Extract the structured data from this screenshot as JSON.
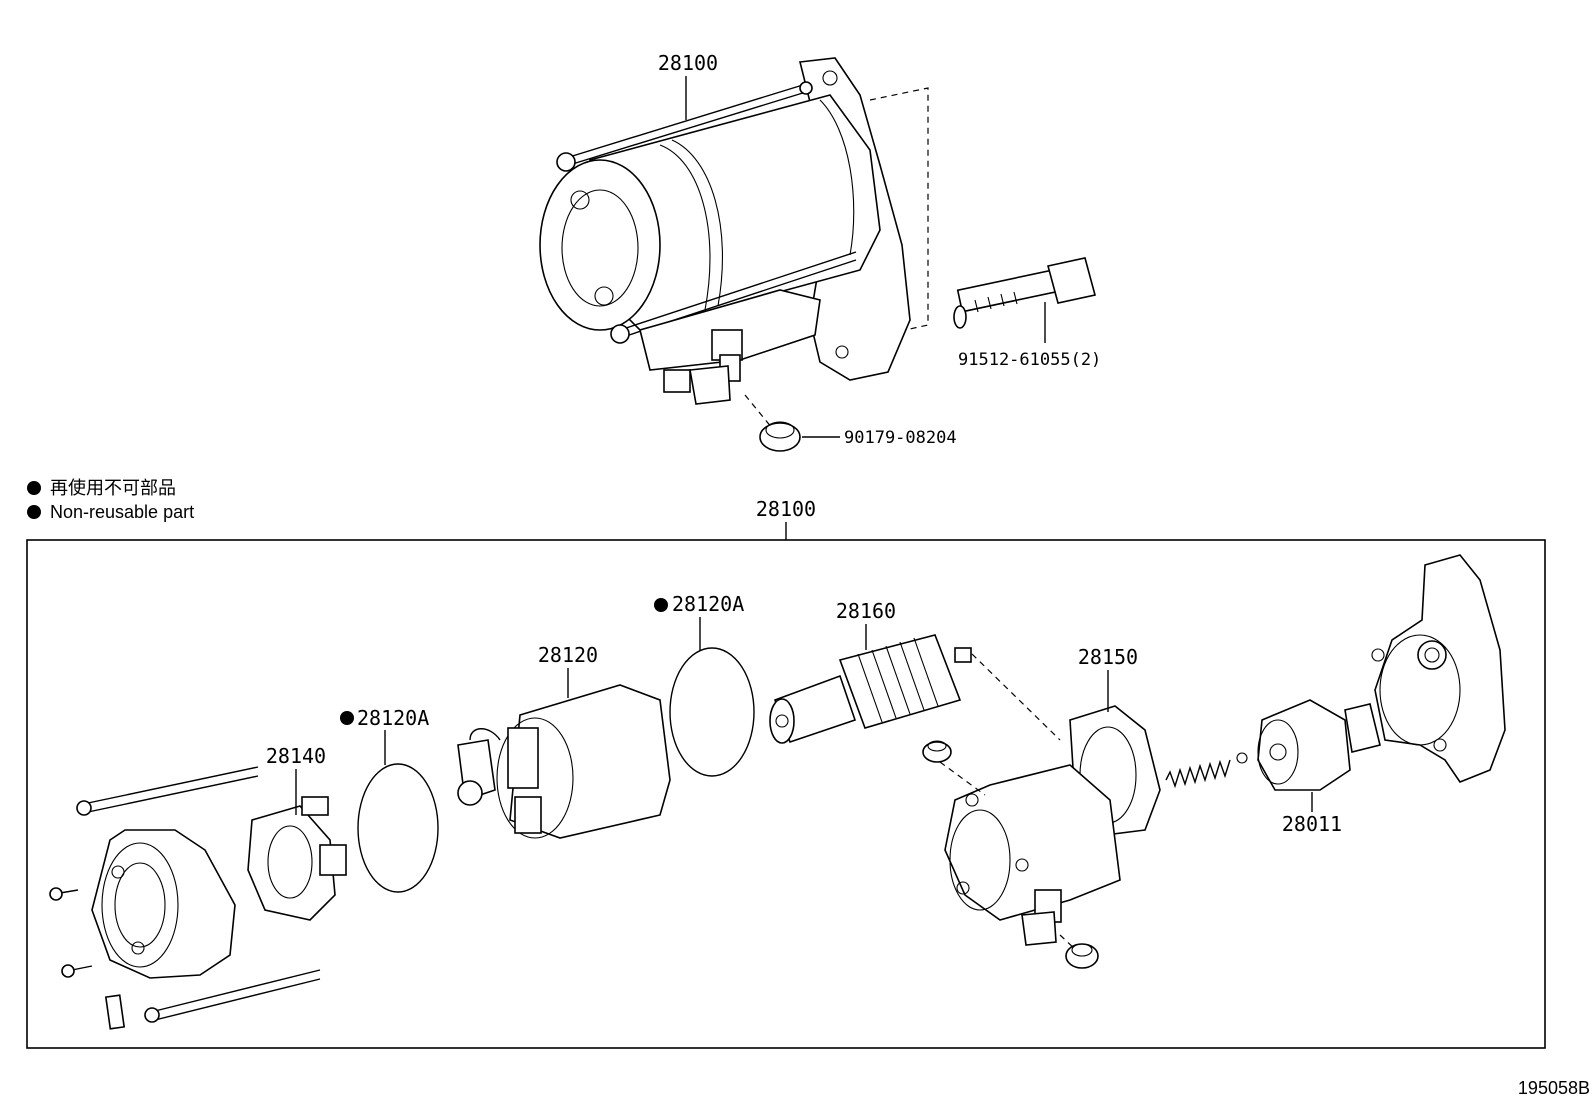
{
  "legend": {
    "jp": "再使用不可部品",
    "en": "Non-reusable part"
  },
  "labels": {
    "top_assembly": "28100",
    "bolt": "91512-61055(2)",
    "nut": "90179-08204",
    "exploded_assembly": "28100",
    "brush_holder": "28140",
    "oring_left": "28120A",
    "yoke": "28120",
    "oring_right": "28120A",
    "armature": "28160",
    "magnetic_switch": "28150",
    "clutch": "28011"
  },
  "diagram_code": "195058B"
}
